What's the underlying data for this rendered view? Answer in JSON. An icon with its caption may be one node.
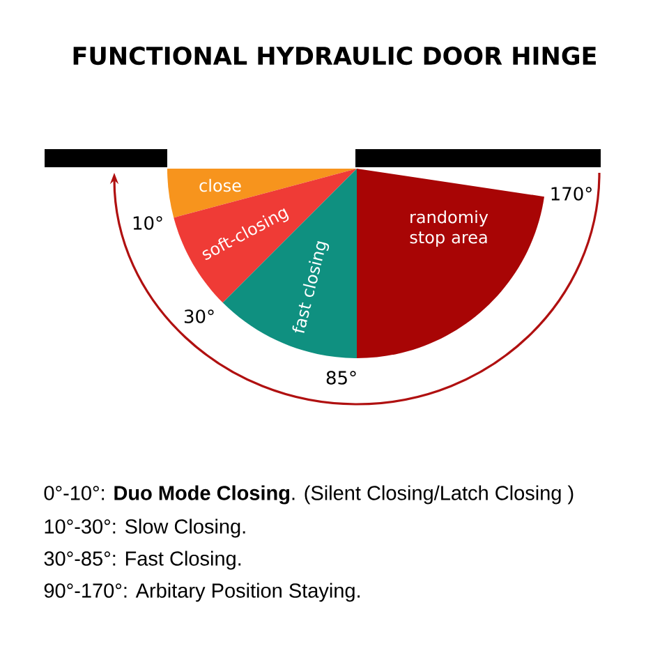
{
  "diagram": {
    "title": "FUNCTIONAL HYDRAULIC DOOR HINGE",
    "nodes": [
      {
        "text": [
          "close"
        ]
      },
      {
        "text": [
          "soft-closing"
        ]
      },
      {
        "text": [
          "fast closing"
        ]
      },
      {
        "text": [
          "randomiy stop area"
        ]
      }
    ],
    "labels": [
      "10°",
      "30°",
      "85°",
      "170°",
      "0°-10°: **Duo Mode Closing**. (Silent Closing/Latch Closing )",
      "10°-30°:  Slow Closing.",
      "30°-85°: Fast Closing.",
      "90°-170°: Arbitary Position Staying."
    ]
  }
}
